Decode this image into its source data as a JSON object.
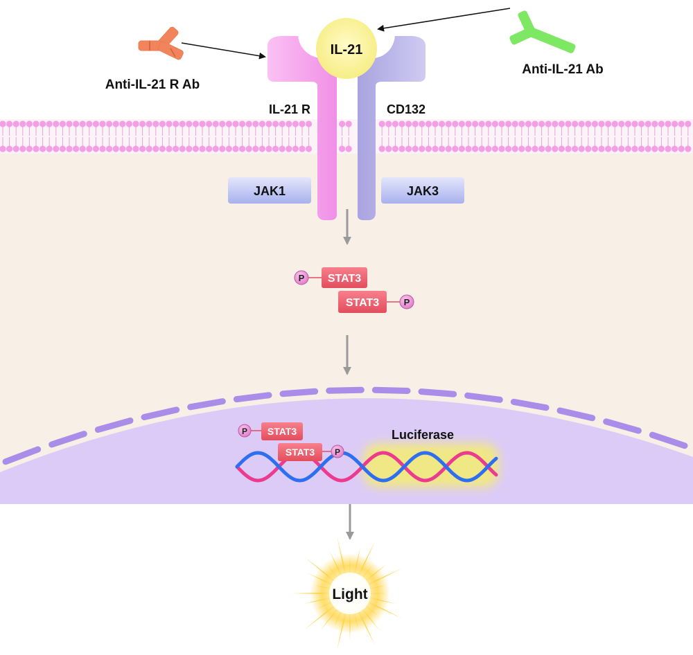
{
  "labels": {
    "il21": "IL-21",
    "anti_il21r_ab": "Anti-IL-21 R Ab",
    "anti_il21_ab": "Anti-IL-21 Ab",
    "il21r": "IL-21 R",
    "cd132": "CD132",
    "jak1": "JAK1",
    "jak3": "JAK3",
    "stat3": "STAT3",
    "phospho": "P",
    "luciferase": "Luciferase",
    "light": "Light"
  },
  "colors": {
    "cytoplasm": "#f8efe6",
    "membrane_head": "#f49ee6",
    "nucleus": "#dccbf7",
    "nuclear_envelope": "#a98de8",
    "il21r_receptor": "#f7a2ef",
    "cd132_receptor": "#b9b4e6",
    "il21_ligand": "#fbf39a",
    "jak": "#c7cdf6",
    "stat3": "#f05b6a",
    "phosphate": "#ee8fd6",
    "anti_il21r_ab": "#f2845b",
    "anti_il21_ab": "#7ee864",
    "dna_strand_1": "#ec3a8e",
    "dna_strand_2": "#2d6ff0",
    "luciferase_glow": "#f4ec72",
    "light_glow": "#ffd23c",
    "arrow_gray": "#999999",
    "arrow_black": "#111111"
  },
  "icons": {
    "anti_il21r": "antibody-icon",
    "anti_il21": "antibody-icon",
    "light": "light-burst-icon"
  }
}
